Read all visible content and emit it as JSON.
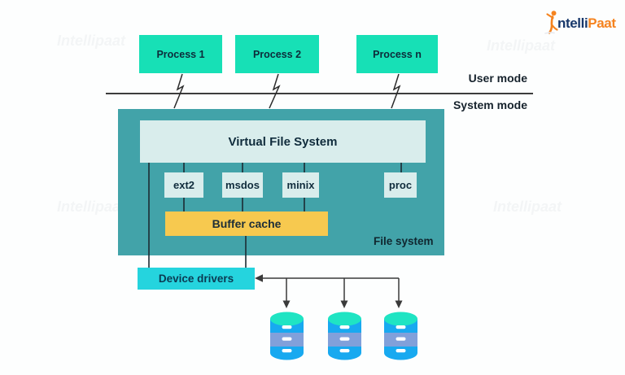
{
  "brand": {
    "logo_text_blue": "ntelli",
    "logo_text_orange": "Paat"
  },
  "watermark_text": "Intellipaat",
  "mode_labels": {
    "user": "User mode",
    "system": "System mode"
  },
  "processes": [
    "Process 1",
    "Process 2",
    "Process n"
  ],
  "file_system": {
    "virtual_fs": "Virtual File System",
    "types": [
      "ext2",
      "msdos",
      "minix",
      "proc"
    ],
    "buffer_cache": "Buffer cache",
    "container_label": "File system"
  },
  "device_drivers": "Device drivers",
  "colors": {
    "process_fill": "#17e0b6",
    "container_fill": "#42a3a9",
    "panel_fill": "#d9edec",
    "buffer_fill": "#f7c94f",
    "drivers_fill": "#25d4de",
    "disk_body": "#18a9f0",
    "disk_top": "#1fe4c3",
    "disk_band": "#8ba0d8",
    "logo_blue": "#18386b",
    "logo_orange": "#f5831f",
    "line_color": "#2b2b2b"
  }
}
